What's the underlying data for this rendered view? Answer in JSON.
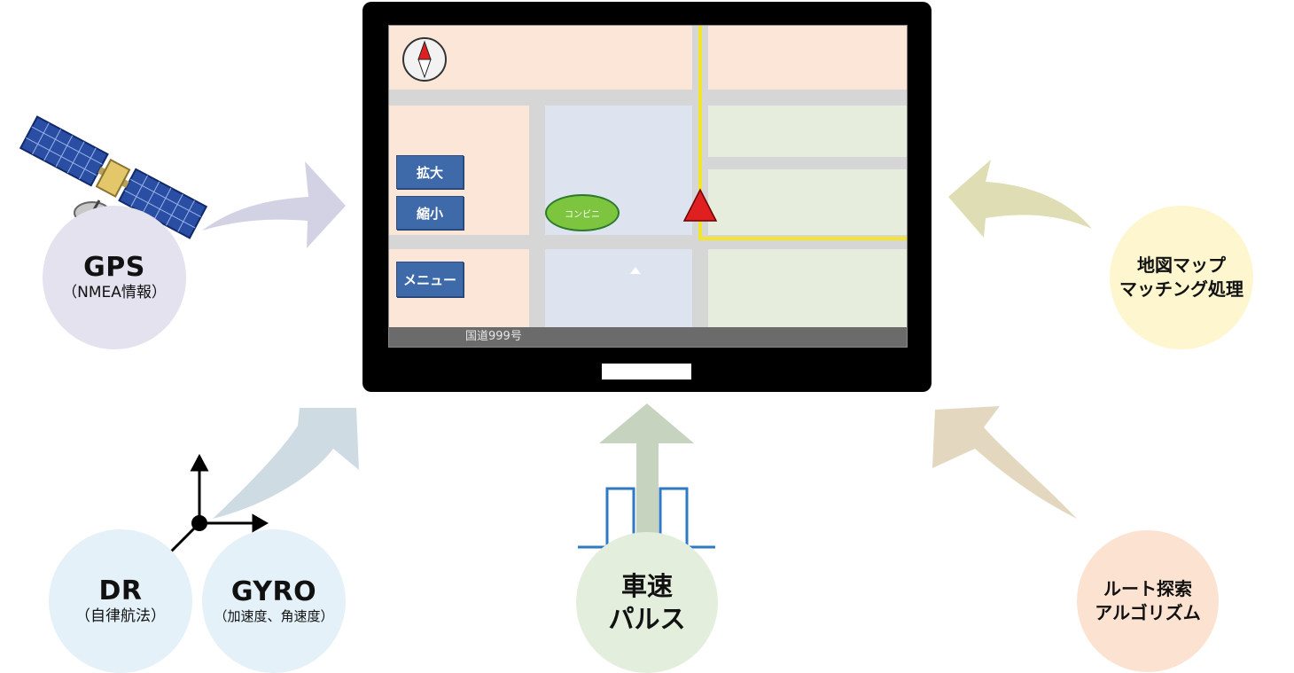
{
  "map": {
    "zoom_in_label": "拡大",
    "zoom_out_label": "縮小",
    "menu_label": "メニュー",
    "poi_label": "コンビニ",
    "road_name": "国道999号"
  },
  "nodes": {
    "gps": {
      "title": "GPS",
      "sub": "（NMEA情報）"
    },
    "dr": {
      "title": "DR",
      "sub": "（自律航法）"
    },
    "gyro": {
      "title": "GYRO",
      "sub": "（加速度、角速度）"
    },
    "speed": {
      "line1": "車速",
      "line2": "パルス"
    },
    "mapmatch": {
      "line1": "地図マップ",
      "line2": "マッチング処理"
    },
    "route": {
      "line1": "ルート探索",
      "line2": "アルゴリズム"
    }
  },
  "colors": {
    "gps_circle": "#e3e2ee",
    "dr_circle": "#e4f1f8",
    "gyro_circle": "#e4f1f8",
    "speed_circle": "#e4eedc",
    "mapmatch_circle": "#fdf6cf",
    "route_circle": "#fce3d1",
    "map_route_line": "#f2e52a",
    "vehicle_marker": "#e02020"
  }
}
